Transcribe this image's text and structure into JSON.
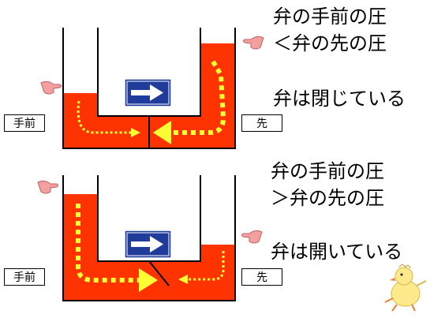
{
  "top_panel": {
    "upstream_label": "手前",
    "downstream_label": "先",
    "condition_line1": "弁の手前の圧",
    "condition_line2": "＜弁の先の圧",
    "state": "弁は閉じている",
    "valve": "closed"
  },
  "bottom_panel": {
    "upstream_label": "手前",
    "downstream_label": "先",
    "condition_line1": "弁の手前の圧",
    "condition_line2": "＞弁の先の圧",
    "state": "弁は開いている",
    "valve": "open"
  },
  "colors": {
    "fluid": "#ff3300",
    "arrow": "#ffff33",
    "sign": "#1f3c9a",
    "hand": "#f4a0a0",
    "chick": "#ffe98a"
  },
  "icons": [
    "direction-sign-icon",
    "pointing-hand-icon",
    "chick-icon"
  ]
}
